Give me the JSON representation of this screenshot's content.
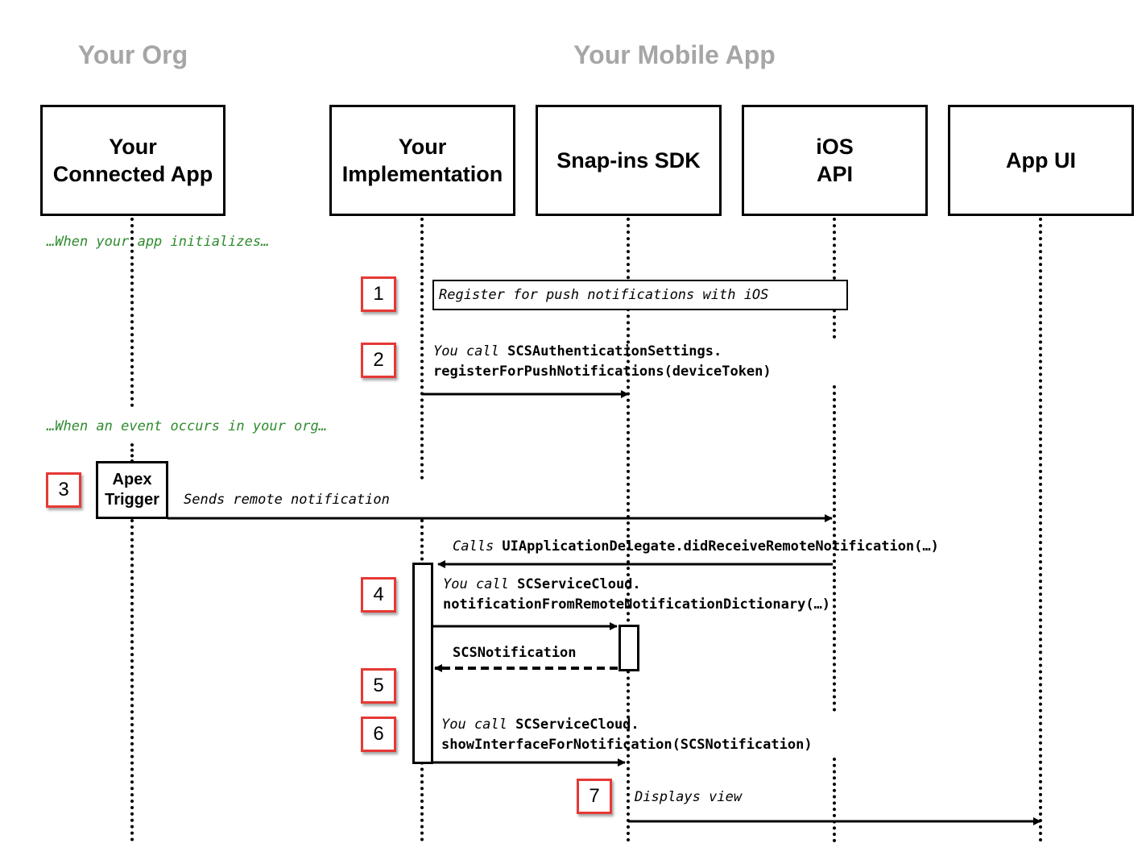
{
  "groups": {
    "org": "Your Org",
    "mobile": "Your Mobile App"
  },
  "actors": {
    "connected_app": [
      "Your",
      "Connected App"
    ],
    "implementation": [
      "Your",
      "Implementation"
    ],
    "sdk": [
      "Snap-ins SDK"
    ],
    "ios_api": [
      "iOS",
      "API"
    ],
    "app_ui": [
      "App UI"
    ]
  },
  "phases": {
    "init": "…When your app initializes…",
    "event": "…When an event occurs in your org…"
  },
  "steps": [
    "1",
    "2",
    "3",
    "4",
    "5",
    "6",
    "7"
  ],
  "trigger": [
    "Apex",
    "Trigger"
  ],
  "messages": {
    "register_note": "Register for push notifications with iOS",
    "step2_prefix": "You call ",
    "step2_line1_code": "SCSAuthenticationSettings.",
    "step2_line2_code": "registerForPushNotifications(deviceToken)",
    "step3": "Sends remote notification",
    "calls_prefix": "Calls ",
    "calls_code": "UIApplicationDelegate.didReceiveRemoteNotification(…)",
    "step4_prefix": "You call ",
    "step4_line1_code": "SCServiceCloud.",
    "step4_line2_code": "notificationFromRemoteNotificationDictionary(…)",
    "step5": "SCSNotification",
    "step6_prefix": "You call ",
    "step6_line1_code": "SCServiceCloud.",
    "step6_line2_code": "showInterfaceForNotification(SCSNotification)",
    "step7": "Displays view"
  }
}
